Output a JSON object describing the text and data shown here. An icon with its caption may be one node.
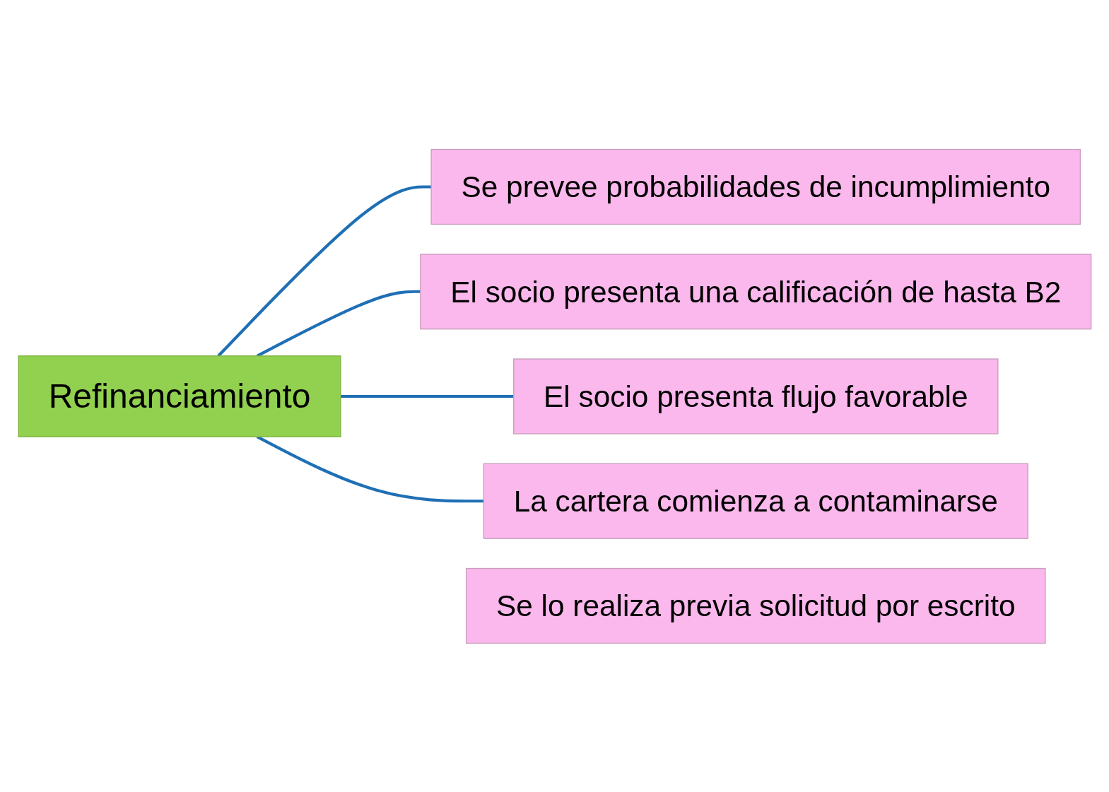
{
  "diagram": {
    "nodes": [
      {
        "text": [
          "Refinanciamiento"
        ]
      },
      {
        "text": [
          "Se prevee probabilidades de incumplimiento"
        ]
      },
      {
        "text": [
          "El socio presenta una calificación de hasta B2"
        ]
      },
      {
        "text": [
          "El socio presenta flujo favorable"
        ]
      },
      {
        "text": [
          "La cartera comienza a contaminarse"
        ]
      },
      {
        "text": [
          "Se lo realiza previa solicitud por escrito"
        ]
      }
    ],
    "edges": [
      {
        "from": 0,
        "to": 1,
        "arrow": "none"
      },
      {
        "from": 0,
        "to": 2,
        "arrow": "none"
      },
      {
        "from": 0,
        "to": 3,
        "arrow": "none"
      },
      {
        "from": 0,
        "to": 4,
        "arrow": "none"
      }
    ]
  }
}
